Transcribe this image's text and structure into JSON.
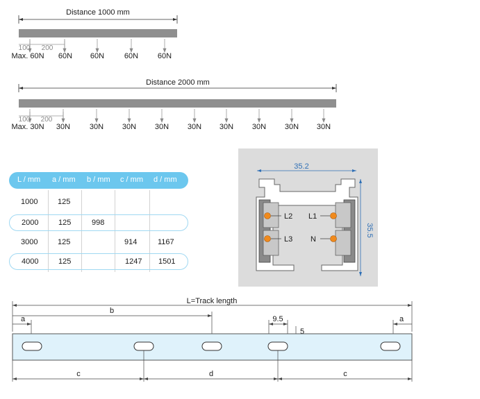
{
  "load1": {
    "title": "Distance 1000 mm",
    "dim_small": [
      "100",
      "200"
    ],
    "labels": [
      "Max. 60N",
      "60N",
      "60N",
      "60N",
      "60N"
    ]
  },
  "load2": {
    "title": "Distance 2000 mm",
    "dim_small": [
      "100",
      "200"
    ],
    "labels": [
      "Max. 30N",
      "30N",
      "30N",
      "30N",
      "30N",
      "30N",
      "30N",
      "30N",
      "30N",
      "30N"
    ]
  },
  "table": {
    "headers": [
      "L / mm",
      "a / mm",
      "b / mm",
      "c / mm",
      "d / mm"
    ],
    "rows": [
      [
        "1000",
        "125",
        "",
        "",
        ""
      ],
      [
        "2000",
        "125",
        "998",
        "",
        ""
      ],
      [
        "3000",
        "125",
        "",
        "914",
        "1167"
      ],
      [
        "4000",
        "125",
        "",
        "1247",
        "1501"
      ]
    ]
  },
  "profile": {
    "width_label": "35.2",
    "height_label": "35.5",
    "conductors": [
      "L2",
      "L3",
      "L1",
      "N"
    ],
    "colors": {
      "background": "#dcdcdc",
      "dimension": "#2f6fb5",
      "conductor": "#f08a1d"
    }
  },
  "track": {
    "title": "L=Track length",
    "top_labels": [
      "a",
      "b",
      "9.5",
      "a"
    ],
    "side_label": "5",
    "bottom_labels": [
      "c",
      "d",
      "c"
    ],
    "colors": {
      "fill": "#dff2fb"
    }
  }
}
